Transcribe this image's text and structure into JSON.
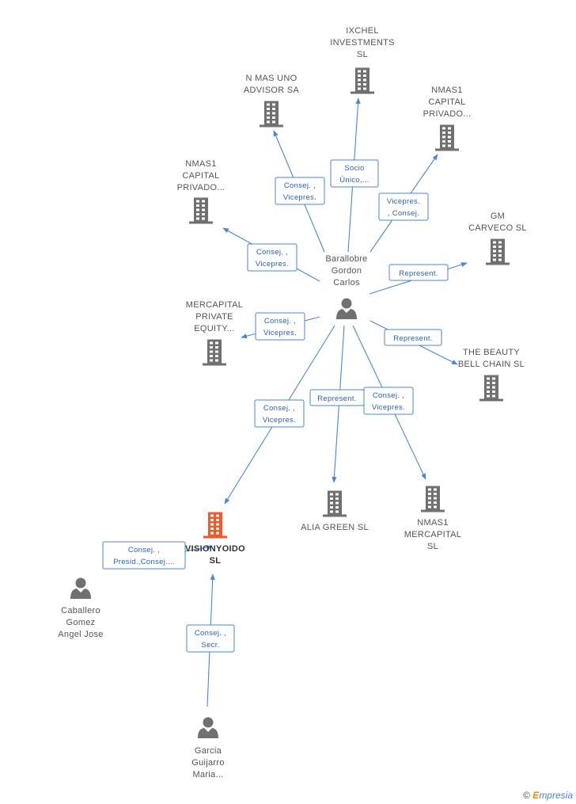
{
  "nodes": [
    {
      "id": "ixchel",
      "kind": "company",
      "label": [
        "IXCHEL",
        "INVESTMENTS",
        "SL"
      ]
    },
    {
      "id": "nmasuno",
      "kind": "company",
      "label": [
        "N MAS UNO",
        "ADVISOR SA"
      ]
    },
    {
      "id": "nmas1cap1",
      "kind": "company",
      "label": [
        "NMAS1",
        "CAPITAL",
        "PRIVADO..."
      ]
    },
    {
      "id": "nmas1cap2",
      "kind": "company",
      "label": [
        "NMAS1",
        "CAPITAL",
        "PRIVADO..."
      ]
    },
    {
      "id": "gmcarveco",
      "kind": "company",
      "label": [
        "GM",
        "CARVECO SL"
      ]
    },
    {
      "id": "mercapital",
      "kind": "company",
      "label": [
        "MERCAPITAL",
        "PRIVATE",
        "EQUITY..."
      ]
    },
    {
      "id": "beauty",
      "kind": "company",
      "label": [
        "THE BEAUTY",
        "BELL CHAIN SL"
      ]
    },
    {
      "id": "alia",
      "kind": "company",
      "label": [
        "ALIA GREEN SL"
      ]
    },
    {
      "id": "nmas1merc",
      "kind": "company",
      "label": [
        "NMAS1",
        "MERCAPITAL",
        "SL"
      ]
    },
    {
      "id": "visionyoido",
      "kind": "company",
      "main": true,
      "label": [
        "VISIONYOIDO",
        "SL"
      ]
    },
    {
      "id": "barallobre",
      "kind": "person",
      "label": [
        "Barallobre",
        "Gordon",
        "Carlos"
      ]
    },
    {
      "id": "caballero",
      "kind": "person",
      "label": [
        "Caballero",
        "Gomez",
        "Angel Jose"
      ]
    },
    {
      "id": "garcia",
      "kind": "person",
      "label": [
        "Garcia",
        "Guijarro",
        "Maria..."
      ]
    }
  ],
  "edges": [
    {
      "from": "barallobre",
      "to": "ixchel",
      "label": [
        "Socio",
        "Único,..."
      ]
    },
    {
      "from": "barallobre",
      "to": "nmasuno",
      "label": [
        "Consej. ,",
        "Vicepres."
      ]
    },
    {
      "from": "barallobre",
      "to": "nmas1cap2",
      "label": [
        "Vicepres.",
        ", Consej."
      ]
    },
    {
      "from": "barallobre",
      "to": "nmas1cap1",
      "label": [
        "Consej. ,",
        "Vicepres."
      ]
    },
    {
      "from": "barallobre",
      "to": "gmcarveco",
      "label": [
        "Represent."
      ]
    },
    {
      "from": "barallobre",
      "to": "mercapital",
      "label": [
        "Consej. ,",
        "Vicepres."
      ]
    },
    {
      "from": "barallobre",
      "to": "beauty",
      "label": [
        "Represent."
      ]
    },
    {
      "from": "barallobre",
      "to": "visionyoido",
      "label": [
        "Consej. ,",
        "Vicepres."
      ]
    },
    {
      "from": "barallobre",
      "to": "alia",
      "label": [
        "Represent."
      ]
    },
    {
      "from": "barallobre",
      "to": "nmas1merc",
      "label": [
        "Consej. ,",
        "Vicepres."
      ]
    },
    {
      "from": "caballero",
      "to": "visionyoido",
      "label": [
        "Consej. ,",
        "Presid.,Consej...."
      ]
    },
    {
      "from": "garcia",
      "to": "visionyoido",
      "label": [
        "Consej. ,",
        "Secr."
      ]
    }
  ],
  "footer": {
    "copyright": "©",
    "brand_initial": "E",
    "brand_rest": "mpresia"
  },
  "colors": {
    "edge": "#4a86d8",
    "node": "#707070",
    "main": "#f05a28"
  }
}
